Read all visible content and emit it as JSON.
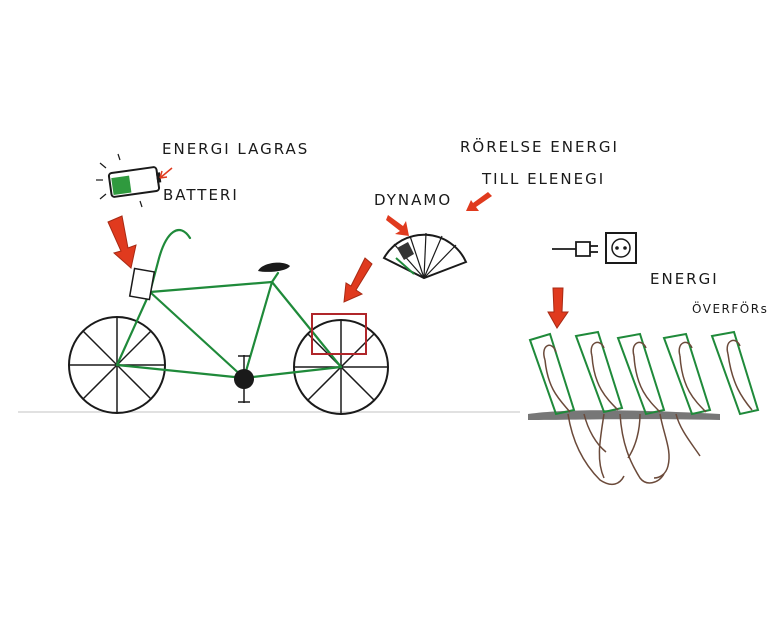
{
  "labels": {
    "energi_lagras": "ENERGI LAGRAS",
    "batteri": "BATTERI",
    "dynamo": "DYNAMO",
    "rorelse_line1": "RÖRELSE ENERGI",
    "rorelse_line2": "TILL ELENEGI",
    "energi": "ENERGI",
    "overfors_prefix": "ÖVERFÖR",
    "overfors_suffix": "s"
  },
  "colors": {
    "ink": "#1a1a1a",
    "frame": "#1f8a3a",
    "arrow": "#e03a1e",
    "dynamo_box": "#b0262a",
    "root": "#6b4a3a",
    "ground": "#555555",
    "blue_ink": "#2a3f8f"
  }
}
